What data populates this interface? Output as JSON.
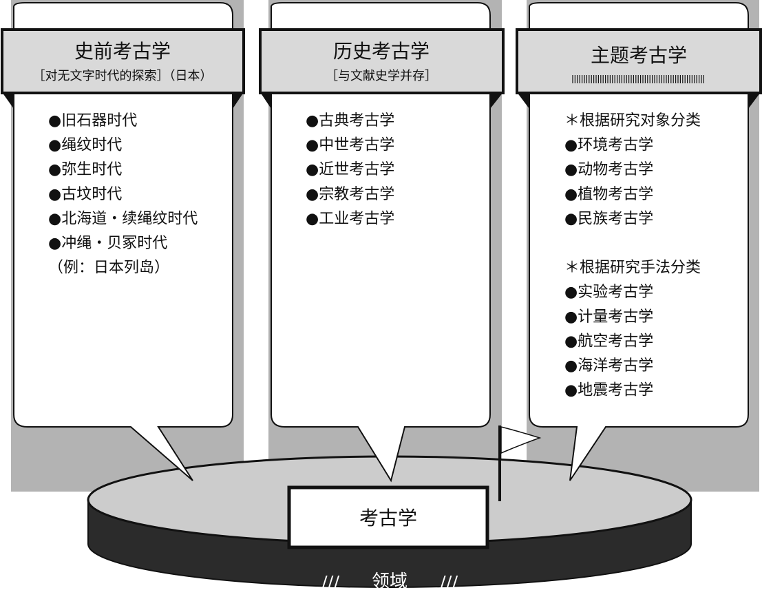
{
  "columns": [
    {
      "title": "史前考古学",
      "subtitle": "［对无文字时代的探索］（日本）",
      "subtitle_kind": "text",
      "items": [
        "●旧石器时代",
        "●绳纹时代",
        "●弥生时代",
        "●古坟时代",
        "●北海道・续绳纹时代",
        "●冲绳・贝冢时代",
        "（例：日本列岛）"
      ]
    },
    {
      "title": "历史考古学",
      "subtitle": "［与文献史学并存］",
      "subtitle_kind": "text",
      "items": [
        "●古典考古学",
        "●中世考古学",
        "●近世考古学",
        "●宗教考古学",
        "●工业考古学"
      ]
    },
    {
      "title": "主题考古学",
      "subtitle": "",
      "subtitle_kind": "hatch",
      "items": [
        "＊根据研究对象分类",
        "●环境考古学",
        "●动物考古学",
        "●植物考古学",
        "●民族考古学",
        "",
        "＊根据研究手法分类",
        "●实验考古学",
        "●计量考古学",
        "●航空考古学",
        "●海洋考古学",
        "●地震考古学"
      ]
    }
  ],
  "center_label": "考古学",
  "field_label": "领域",
  "field_marks": "///",
  "colors": {
    "panel_gray": "#b3b3b3",
    "header_gray": "#d9d9d9",
    "disc_top": "#cccccc",
    "disc_side": "#2b2b2b",
    "outline": "#111111",
    "bubble": "#ffffff"
  }
}
